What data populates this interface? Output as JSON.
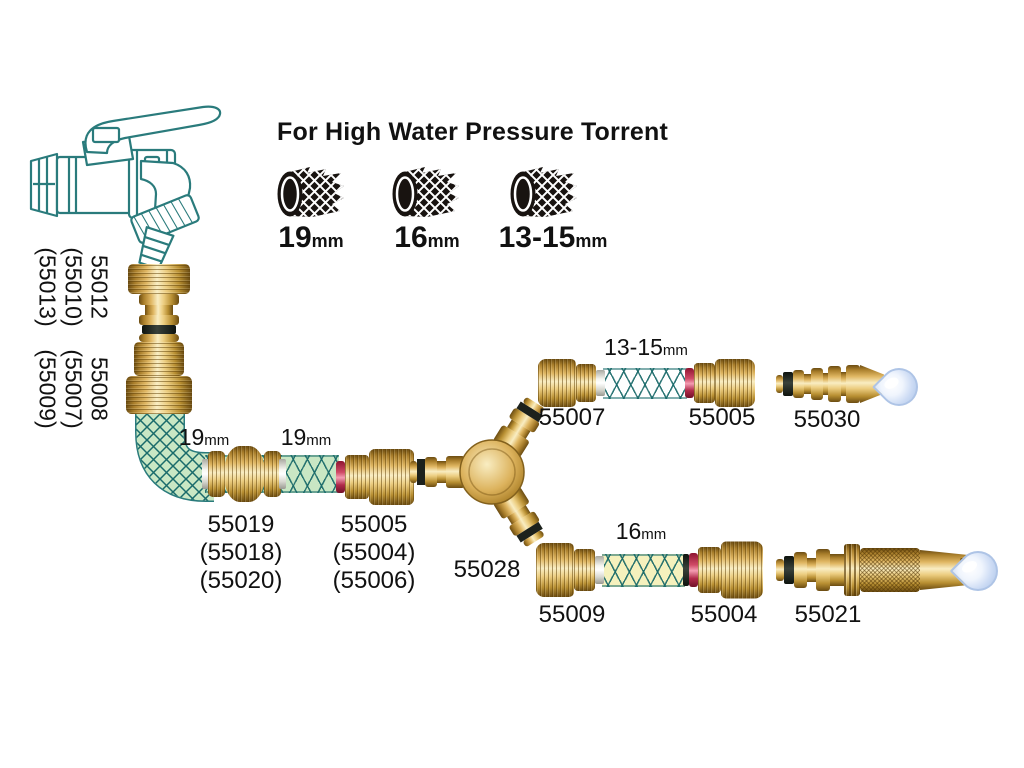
{
  "title": "For High Water Pressure Torrent",
  "legend": {
    "items": [
      {
        "icon": "mesh-hose-icon",
        "size": "19",
        "unit": "mm"
      },
      {
        "icon": "mesh-hose-icon",
        "size": "16",
        "unit": "mm"
      },
      {
        "icon": "mesh-hose-icon",
        "size": "13-15",
        "unit": "mm"
      }
    ]
  },
  "tap_assembly": {
    "tap_adaptor_labels": [
      "55012",
      "(55010)",
      "(55013)"
    ],
    "hose_connector_labels": [
      "55008",
      "(55007)",
      "(55009)"
    ]
  },
  "main_line": {
    "hose_size_left": {
      "size": "19",
      "unit": "mm"
    },
    "hose_size_right": {
      "size": "19",
      "unit": "mm"
    },
    "mender_labels": [
      "55019",
      "(55018)",
      "(55020)"
    ],
    "connector_labels": [
      "55005",
      "(55004)",
      "(55006)"
    ],
    "y_connector_label": "55028"
  },
  "top_branch": {
    "hose_size": {
      "size": "13-15",
      "unit": "mm"
    },
    "left_connector_label": "55007",
    "right_connector_label": "55005",
    "nozzle_label": "55030",
    "nozzle_icon": "water-drop-icon"
  },
  "bottom_branch": {
    "hose_size": {
      "size": "16",
      "unit": "mm"
    },
    "left_connector_label": "55009",
    "right_connector_label": "55004",
    "nozzle_label": "55021",
    "nozzle_icon": "water-drop-icon"
  },
  "colors": {
    "brass_mid": "#d9b05e",
    "line_art_teal": "#2a7b7c",
    "hose_green": "#c9e7c4",
    "hose_yellow": "#f5f1bd",
    "hose_white": "#ffffff",
    "red_ring": "#cf4a66",
    "oring_black": "#1c211c",
    "water_drop_blue": "#c9d9f3"
  }
}
